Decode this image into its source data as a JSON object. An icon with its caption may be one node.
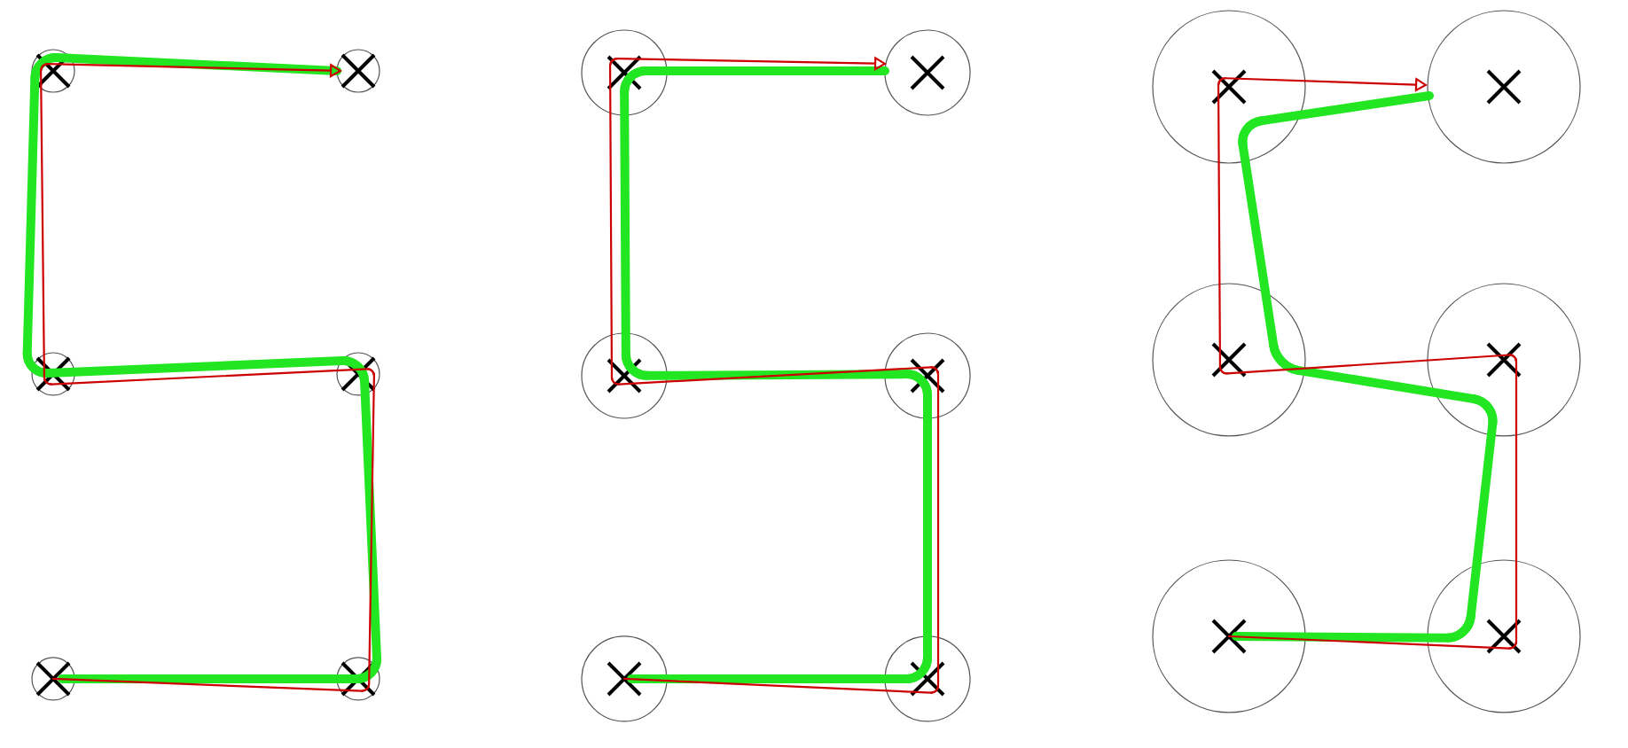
{
  "diagram": {
    "nodes": [
      {
        "text": [],
        "shape": "circle"
      },
      {
        "text": [],
        "shape": "circle"
      },
      {
        "text": [],
        "shape": "circle"
      },
      {
        "text": [],
        "shape": "circle"
      },
      {
        "text": [],
        "shape": "circle"
      },
      {
        "text": [],
        "shape": "circle"
      },
      {
        "text": [],
        "shape": "circle"
      },
      {
        "text": [],
        "shape": "circle"
      },
      {
        "text": [],
        "shape": "circle"
      },
      {
        "text": [],
        "shape": "circle"
      },
      {
        "text": [],
        "shape": "circle"
      },
      {
        "text": [],
        "shape": "circle"
      },
      {
        "text": [],
        "shape": "circle"
      },
      {
        "text": [],
        "shape": "circle"
      },
      {
        "text": [],
        "shape": "circle"
      },
      {
        "text": [],
        "shape": "circle"
      },
      {
        "text": [],
        "shape": "circle"
      },
      {
        "text": [],
        "shape": "circle"
      }
    ],
    "edges": [
      {
        "from": 4,
        "to": 5,
        "arrow": "none",
        "color": "#cc0000"
      },
      {
        "from": 5,
        "to": 3,
        "arrow": "none",
        "color": "#cc0000"
      },
      {
        "from": 3,
        "to": 2,
        "arrow": "none",
        "color": "#cc0000"
      },
      {
        "from": 2,
        "to": 0,
        "arrow": "none",
        "color": "#cc0000"
      },
      {
        "from": 0,
        "to": 1,
        "arrow": "to",
        "color": "#cc0000"
      },
      {
        "from": 4,
        "to": 5,
        "arrow": "none",
        "style": "thick",
        "color": "#22e622"
      },
      {
        "from": 5,
        "to": 3,
        "arrow": "none",
        "style": "thick",
        "color": "#22e622"
      },
      {
        "from": 3,
        "to": 2,
        "arrow": "none",
        "style": "thick",
        "color": "#22e622"
      },
      {
        "from": 2,
        "to": 0,
        "arrow": "none",
        "style": "thick",
        "color": "#22e622"
      },
      {
        "from": 0,
        "to": 1,
        "arrow": "none",
        "style": "thick",
        "color": "#22e622"
      },
      {
        "from": 10,
        "to": 11,
        "arrow": "none",
        "color": "#cc0000"
      },
      {
        "from": 11,
        "to": 9,
        "arrow": "none",
        "color": "#cc0000"
      },
      {
        "from": 9,
        "to": 8,
        "arrow": "none",
        "color": "#cc0000"
      },
      {
        "from": 8,
        "to": 6,
        "arrow": "none",
        "color": "#cc0000"
      },
      {
        "from": 6,
        "to": 7,
        "arrow": "to",
        "color": "#cc0000"
      },
      {
        "from": 10,
        "to": 11,
        "arrow": "none",
        "style": "thick",
        "color": "#22e622"
      },
      {
        "from": 11,
        "to": 9,
        "arrow": "none",
        "style": "thick",
        "color": "#22e622"
      },
      {
        "from": 9,
        "to": 8,
        "arrow": "none",
        "style": "thick",
        "color": "#22e622"
      },
      {
        "from": 8,
        "to": 6,
        "arrow": "none",
        "style": "thick",
        "color": "#22e622"
      },
      {
        "from": 6,
        "to": 7,
        "arrow": "none",
        "style": "thick",
        "color": "#22e622"
      },
      {
        "from": 16,
        "to": 17,
        "arrow": "none",
        "color": "#cc0000"
      },
      {
        "from": 17,
        "to": 15,
        "arrow": "none",
        "color": "#cc0000"
      },
      {
        "from": 15,
        "to": 14,
        "arrow": "none",
        "color": "#cc0000"
      },
      {
        "from": 14,
        "to": 12,
        "arrow": "none",
        "color": "#cc0000"
      },
      {
        "from": 12,
        "to": 13,
        "arrow": "to",
        "color": "#cc0000"
      },
      {
        "from": 16,
        "to": 17,
        "arrow": "none",
        "style": "thick",
        "color": "#22e622"
      },
      {
        "from": 17,
        "to": 15,
        "arrow": "none",
        "style": "thick",
        "color": "#22e622"
      },
      {
        "from": 15,
        "to": 14,
        "arrow": "none",
        "style": "thick",
        "color": "#22e622"
      },
      {
        "from": 14,
        "to": 12,
        "arrow": "none",
        "style": "thick",
        "color": "#22e622"
      },
      {
        "from": 12,
        "to": 13,
        "arrow": "none",
        "style": "thick",
        "color": "#22e622"
      }
    ]
  }
}
